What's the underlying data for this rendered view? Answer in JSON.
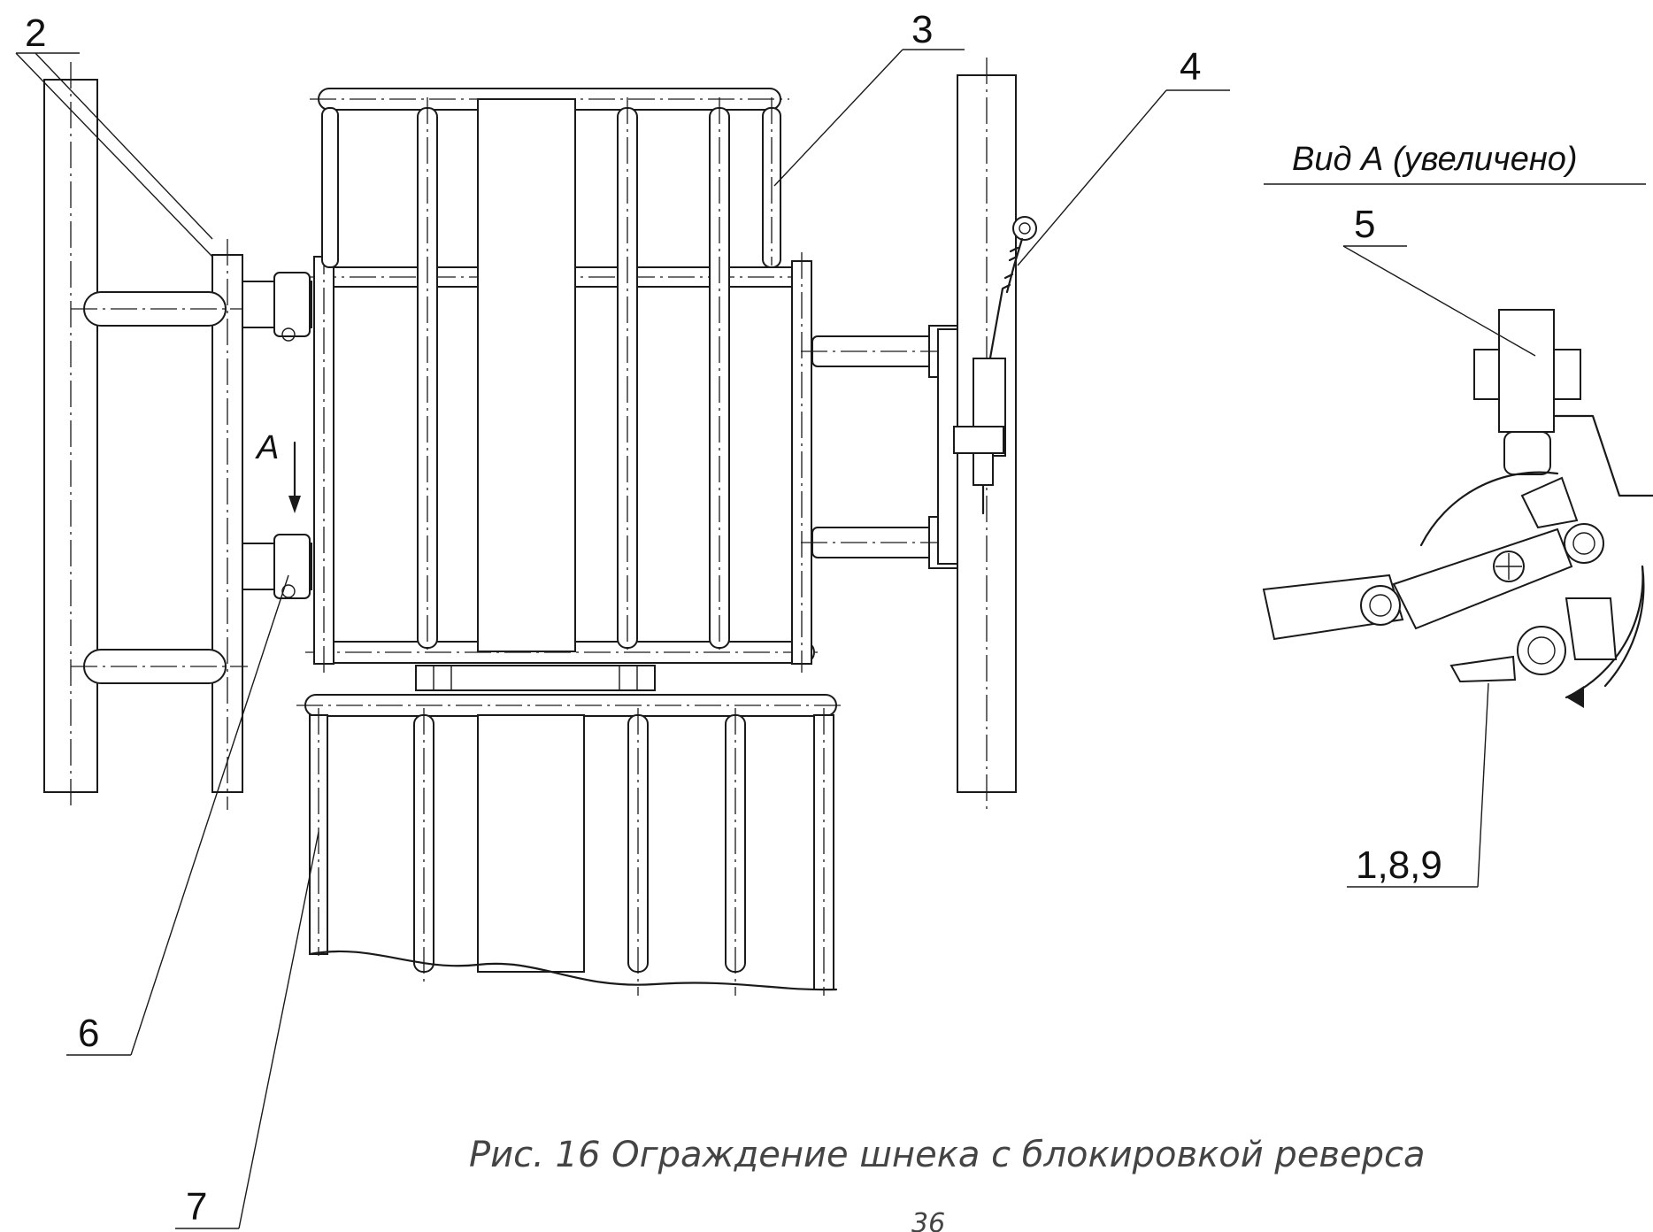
{
  "labels": {
    "l2": "2",
    "l3": "3",
    "l4": "4",
    "l5": "5",
    "l6": "6",
    "l7": "7",
    "l189": "1,8,9",
    "arrow_a": "A"
  },
  "view": {
    "title": "Вид А (увеличено)"
  },
  "caption": "Рис. 16 Ограждение шнека с блокировкой реверса",
  "page_number": "36"
}
